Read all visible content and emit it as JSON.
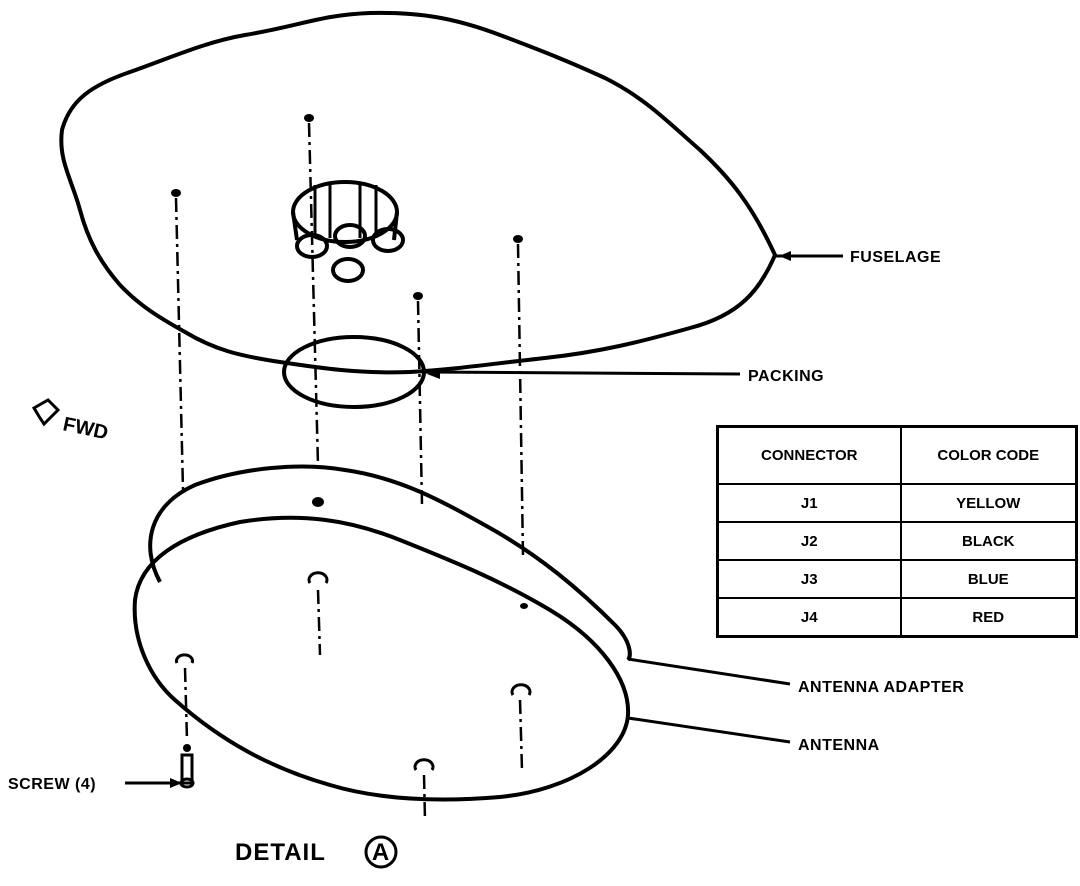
{
  "labels": {
    "fuselage": "FUSELAGE",
    "packing": "PACKING",
    "fwd": "FWD",
    "antenna_adapter": "ANTENNA ADAPTER",
    "antenna": "ANTENNA",
    "screw": "SCREW (4)",
    "detail": "DETAIL",
    "detail_letter": "A"
  },
  "table": {
    "headers": [
      "CONNECTOR",
      "COLOR CODE"
    ],
    "rows": [
      [
        "J1",
        "YELLOW"
      ],
      [
        "J2",
        "BLACK"
      ],
      [
        "J3",
        "BLUE"
      ],
      [
        "J4",
        "RED"
      ]
    ]
  }
}
